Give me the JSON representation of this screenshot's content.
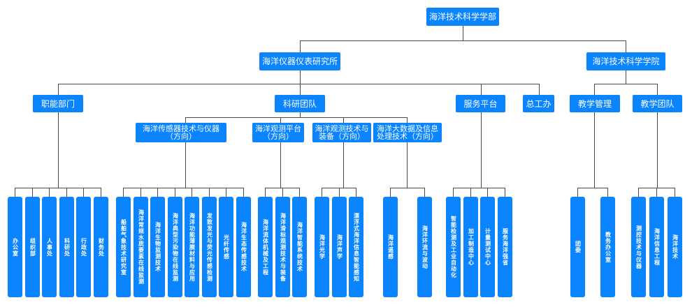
{
  "root": "海洋技术科学学部",
  "level1": {
    "institute": "海洋仪器仪表研究所",
    "college": "海洋技术科学学院"
  },
  "level2": {
    "functional": "职能部门",
    "research": "科研团队",
    "service": "服务平台",
    "general_office": "总工办",
    "teaching_mgmt": "教学管理",
    "teaching_team": "教学团队"
  },
  "level3": {
    "sensor": [
      "海洋传感器技术与仪器",
      "（方向）"
    ],
    "observation_platform": [
      "海洋观测平台",
      "（方向）"
    ],
    "observation_tech": [
      "海洋观测技术与",
      "装备（方向）"
    ],
    "bigdata": [
      "海洋大数据及信息",
      "处理技术（方向）"
    ]
  },
  "leaves": {
    "functional": [
      "办公室",
      "组织部",
      "人事处",
      "科研处",
      "行政处",
      "财务处"
    ],
    "sensor": [
      "船舶气象技术研究室",
      "海洋常规水质要素在线监测",
      "海洋生物监测技术",
      "海洋典型污染物在线监测",
      "海洋功能薄膜材料与应用",
      "发致发光与荧光传感检测",
      "光纤传感",
      "海洋生态传感技术"
    ],
    "observation_platform": [
      "海洋流体机械及工程",
      "海洋滑标观测技术与装备",
      "海洋智能系统技术"
    ],
    "observation_tech": [
      "海洋光学",
      "海洋声学",
      "漂浮式海洋信息智能感知"
    ],
    "bigdata": [
      "海洋遥感",
      "海洋环流与波动"
    ],
    "service": [
      "智能检测及工业自动化",
      "加工制造中心",
      "计量测试中心",
      "服务海洋强省"
    ],
    "teaching_mgmt": [
      "团委",
      "教务办公室"
    ],
    "teaching_team": [
      "测控技术与仪器",
      "海洋信息工程",
      "海洋技术"
    ]
  }
}
